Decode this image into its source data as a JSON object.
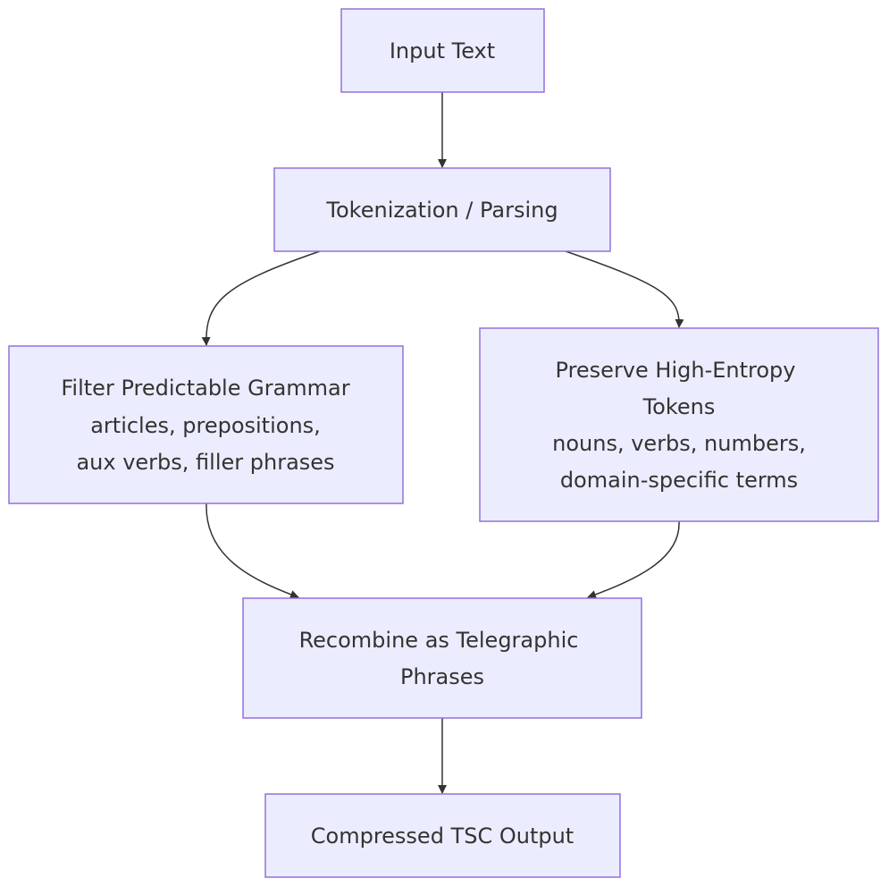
{
  "diagram": {
    "nodes": {
      "input": {
        "label": "Input Text"
      },
      "tokenize": {
        "label": "Tokenization / Parsing"
      },
      "filter": {
        "lines": [
          "Filter Predictable Grammar",
          "articles, prepositions,",
          "aux verbs, filler phrases"
        ]
      },
      "preserve": {
        "lines": [
          "Preserve High-Entropy",
          "Tokens",
          "nouns, verbs, numbers,",
          "domain-specific terms"
        ]
      },
      "recombine": {
        "lines": [
          "Recombine as Telegraphic",
          "Phrases"
        ]
      },
      "output": {
        "label": "Compressed TSC Output"
      }
    },
    "colors": {
      "node_fill": "#ececff",
      "node_stroke": "#9370db",
      "edge": "#333333",
      "text": "#333333"
    }
  }
}
